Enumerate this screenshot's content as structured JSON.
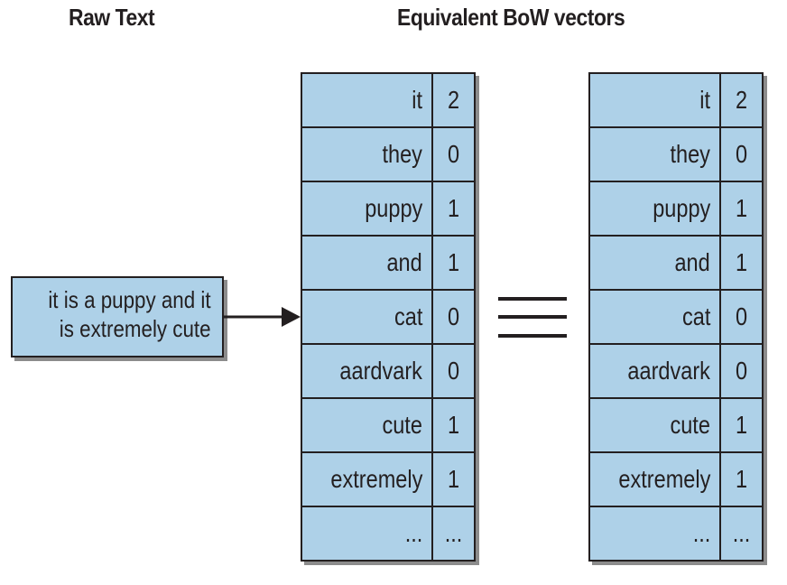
{
  "headings": {
    "raw": "Raw Text",
    "bow": "Equivalent BoW vectors"
  },
  "raw_text": {
    "line1": "it is a puppy and it",
    "line2": "is extremely cute"
  },
  "vectors": [
    {
      "rows": [
        {
          "word": "it",
          "count": "2"
        },
        {
          "word": "they",
          "count": "0"
        },
        {
          "word": "puppy",
          "count": "1"
        },
        {
          "word": "and",
          "count": "1"
        },
        {
          "word": "cat",
          "count": "0"
        },
        {
          "word": "aardvark",
          "count": "0"
        },
        {
          "word": "cute",
          "count": "1"
        },
        {
          "word": "extremely",
          "count": "1"
        },
        {
          "word": "...",
          "count": "..."
        }
      ]
    },
    {
      "rows": [
        {
          "word": "it",
          "count": "2"
        },
        {
          "word": "they",
          "count": "0"
        },
        {
          "word": "puppy",
          "count": "1"
        },
        {
          "word": "and",
          "count": "1"
        },
        {
          "word": "cat",
          "count": "0"
        },
        {
          "word": "aardvark",
          "count": "0"
        },
        {
          "word": "cute",
          "count": "1"
        },
        {
          "word": "extremely",
          "count": "1"
        },
        {
          "word": "...",
          "count": "..."
        }
      ]
    }
  ],
  "colors": {
    "box_fill": "#aed1e8",
    "stroke": "#231f20",
    "shadow": "#8c8c8c"
  }
}
